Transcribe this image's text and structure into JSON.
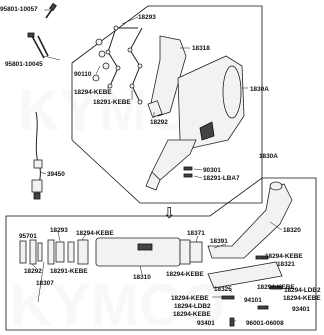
{
  "diagram": {
    "callouts": [
      {
        "id": "c-95801-10057",
        "text": "95801-10057"
      },
      {
        "id": "c-95801-10045",
        "text": "95801-10045"
      },
      {
        "id": "c-18293-top",
        "text": "18293"
      },
      {
        "id": "c-90110",
        "text": "90110"
      },
      {
        "id": "c-18318",
        "text": "18318"
      },
      {
        "id": "c-18294-kebe-top",
        "text": "18294-KEBE"
      },
      {
        "id": "c-18291-kebe-top",
        "text": "18291-KEBE"
      },
      {
        "id": "c-1830a-top",
        "text": "1830A"
      },
      {
        "id": "c-18292-top",
        "text": "18292"
      },
      {
        "id": "c-39450",
        "text": "39450"
      },
      {
        "id": "c-90301",
        "text": "90301"
      },
      {
        "id": "c-18291-lba7",
        "text": "18291-LBA7"
      },
      {
        "id": "c-1830a-right",
        "text": "1830A"
      },
      {
        "id": "c-18320",
        "text": "18320"
      },
      {
        "id": "c-18293-bottom",
        "text": "18293"
      },
      {
        "id": "c-95701",
        "text": "95701"
      },
      {
        "id": "c-18294-kebe-b1",
        "text": "18294-KEBE"
      },
      {
        "id": "c-18371",
        "text": "18371"
      },
      {
        "id": "c-18391",
        "text": "18391"
      },
      {
        "id": "c-18294-kebe-b2",
        "text": "18294-KEBE"
      },
      {
        "id": "c-18321",
        "text": "18321"
      },
      {
        "id": "c-18292-bottom",
        "text": "18292"
      },
      {
        "id": "c-18291-kebe-bottom",
        "text": "18291-KEBE"
      },
      {
        "id": "c-18294-kebe-b3",
        "text": "18294-KEBE"
      },
      {
        "id": "c-18307",
        "text": "18307"
      },
      {
        "id": "c-18310",
        "text": "18310"
      },
      {
        "id": "c-18325",
        "text": "18325"
      },
      {
        "id": "c-18294-kebe-b4",
        "text": "18294-KEBE"
      },
      {
        "id": "c-18294-ldb2-right",
        "text": "18294-LDB2"
      },
      {
        "id": "c-18294-kebe-b5",
        "text": "18294-KEBE"
      },
      {
        "id": "c-18294-kebe-b6",
        "text": "18294-KEBE"
      },
      {
        "id": "c-94101",
        "text": "94101"
      },
      {
        "id": "c-93401-right",
        "text": "93401"
      },
      {
        "id": "c-18294-ldb2-left",
        "text": "18294-LDB2"
      },
      {
        "id": "c-18294-kebe-b7",
        "text": "18294-KEBE"
      },
      {
        "id": "c-93401-left",
        "text": "93401"
      },
      {
        "id": "c-96001-06008",
        "text": "96001-06008"
      }
    ],
    "arrow_glyph": "⇩",
    "watermark": "KYMCO"
  }
}
